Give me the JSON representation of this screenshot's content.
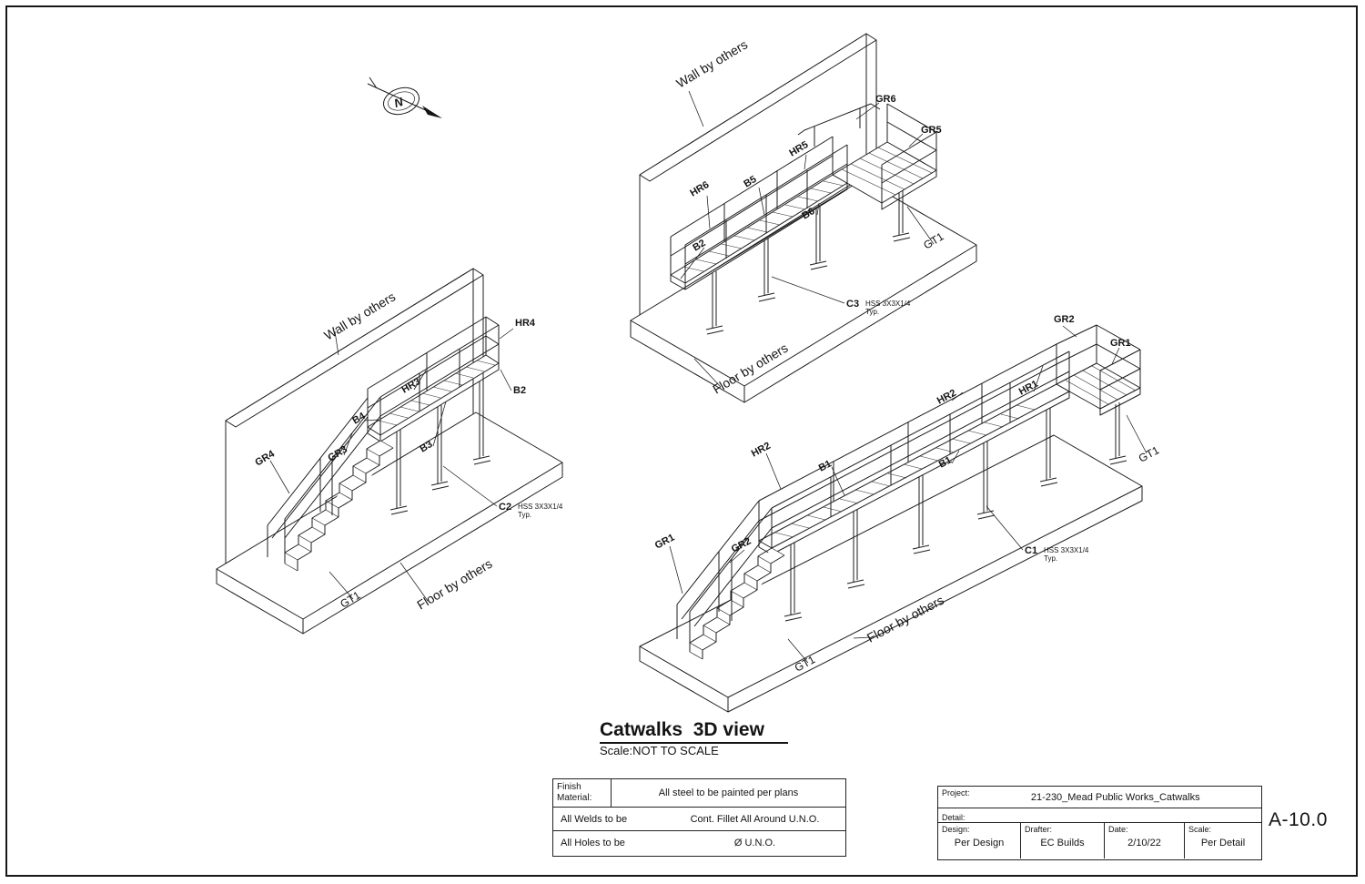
{
  "sheet": {
    "title": "Catwalks  3D view",
    "scale_note": "Scale:NOT TO SCALE",
    "sheet_number": "A-10.0"
  },
  "north_arrow": {
    "label": "N"
  },
  "notes_table": {
    "finish_label_line1": "Finish",
    "finish_label_line2": "Material:",
    "finish_value": "All steel to be painted per plans",
    "welds_label": "All Welds to be",
    "welds_value": "Cont. Fillet All Around U.N.O.",
    "holes_label": "All Holes to be",
    "holes_value": "Ø U.N.O."
  },
  "title_block": {
    "project_label": "Project:",
    "project_value": "21-230_Mead Public Works_Catwalks",
    "detail_label": "Detail:",
    "design_label": "Design:",
    "design_value": "Per Design",
    "drafter_label": "Drafter:",
    "drafter_value": "EC Builds",
    "date_label": "Date:",
    "date_value": "2/10/22",
    "scale_label": "Scale:",
    "scale_value": "Per Detail"
  },
  "views": {
    "wall_catwalk": {
      "wall_label": "Wall by others",
      "floor_label": "Floor by others",
      "callouts": {
        "gr6": "GR6",
        "gr5": "GR5",
        "hr5": "HR5",
        "hr6": "HR6",
        "b5": "B5",
        "b6": "B6",
        "b2": "B2",
        "gt1": "GT1",
        "c3": "C3",
        "c3_spec": "HSS 3X3X1/4",
        "c3_typ": "Typ."
      }
    },
    "stair_catwalk": {
      "wall_label": "Wall by others",
      "floor_label": "Floor by others",
      "callouts": {
        "hr4": "HR4",
        "hr3": "HR3",
        "b4": "B4",
        "b3": "B3",
        "b2": "B2",
        "gr4": "GR4",
        "gr3": "GR3",
        "gt1": "GT1",
        "c2": "C2",
        "c2_spec": "HSS 3X3X1/4",
        "c2_typ": "Typ."
      }
    },
    "long_catwalk": {
      "floor_label": "Floor by others",
      "callouts": {
        "gr2_top": "GR2",
        "gr1_top": "GR1",
        "hr1": "HR1",
        "hr2_top": "HR2",
        "hr2_left": "HR2",
        "b1_left": "B1",
        "b1_right": "B1",
        "gr1_low": "GR1",
        "gr2_low": "GR2",
        "gt1_right": "GT1",
        "gt1_low": "GT1",
        "c1": "C1",
        "c1_spec": "HSS 3X3X1/4",
        "c1_typ": "Typ."
      }
    }
  }
}
